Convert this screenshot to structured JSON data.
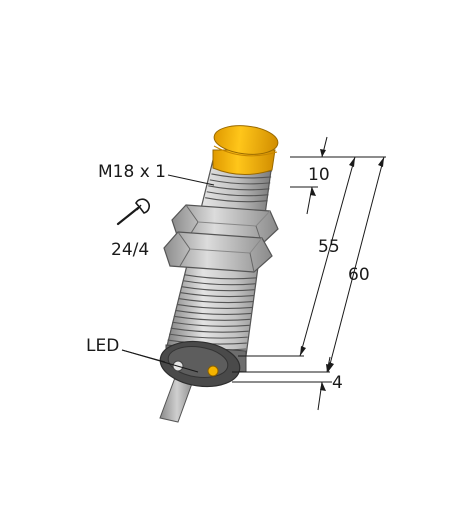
{
  "labels": {
    "thread": "M18 x 1",
    "wrench_size": "24/4",
    "led": "LED"
  },
  "dimensions": {
    "cap_length": "10",
    "thread_length": "55",
    "total_length": "60",
    "rear_offset": "4"
  },
  "icons": {
    "wrench": "wrench-icon"
  },
  "colors": {
    "cap": "#f5b400",
    "cap_shadow": "#d18d00",
    "body": "#c8c8c8",
    "body_shadow": "#8a8a8a",
    "led": "#f5b400"
  }
}
